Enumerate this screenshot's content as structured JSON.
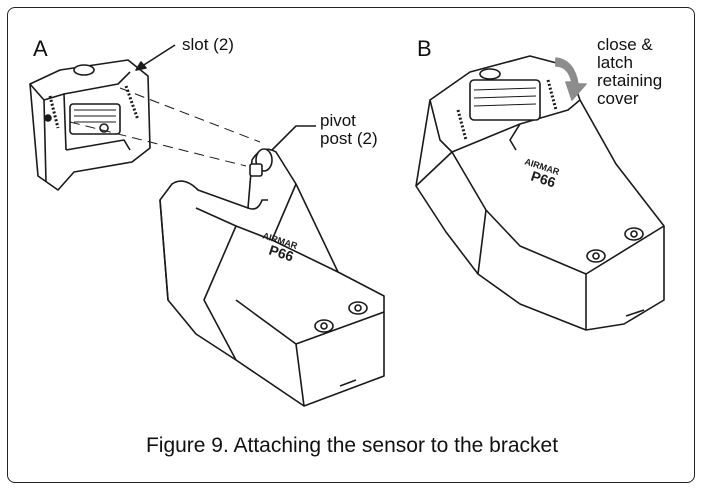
{
  "figure": {
    "caption": "Figure 9. Attaching the sensor to the bracket",
    "panels": [
      {
        "label": "A"
      },
      {
        "label": "B"
      }
    ],
    "callouts": {
      "slot": "slot (2)",
      "pivot_post": "pivot\npost (2)",
      "close_latch": "close &\nlatch\nretaining\ncover"
    },
    "sensor_marking": {
      "brand": "AIRMAR",
      "model": "P66"
    },
    "colors": {
      "line": "#1a1a1a",
      "arrow": "#8c8c8c"
    }
  }
}
